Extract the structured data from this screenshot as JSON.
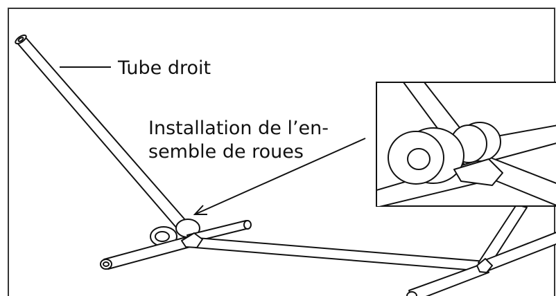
{
  "labels": {
    "tube": "Tube droit",
    "install_line1": "Installation de l’en-",
    "install_line2": "semble de roues"
  },
  "colors": {
    "ink": "#111111",
    "background": "#ffffff",
    "border": "#333333"
  }
}
